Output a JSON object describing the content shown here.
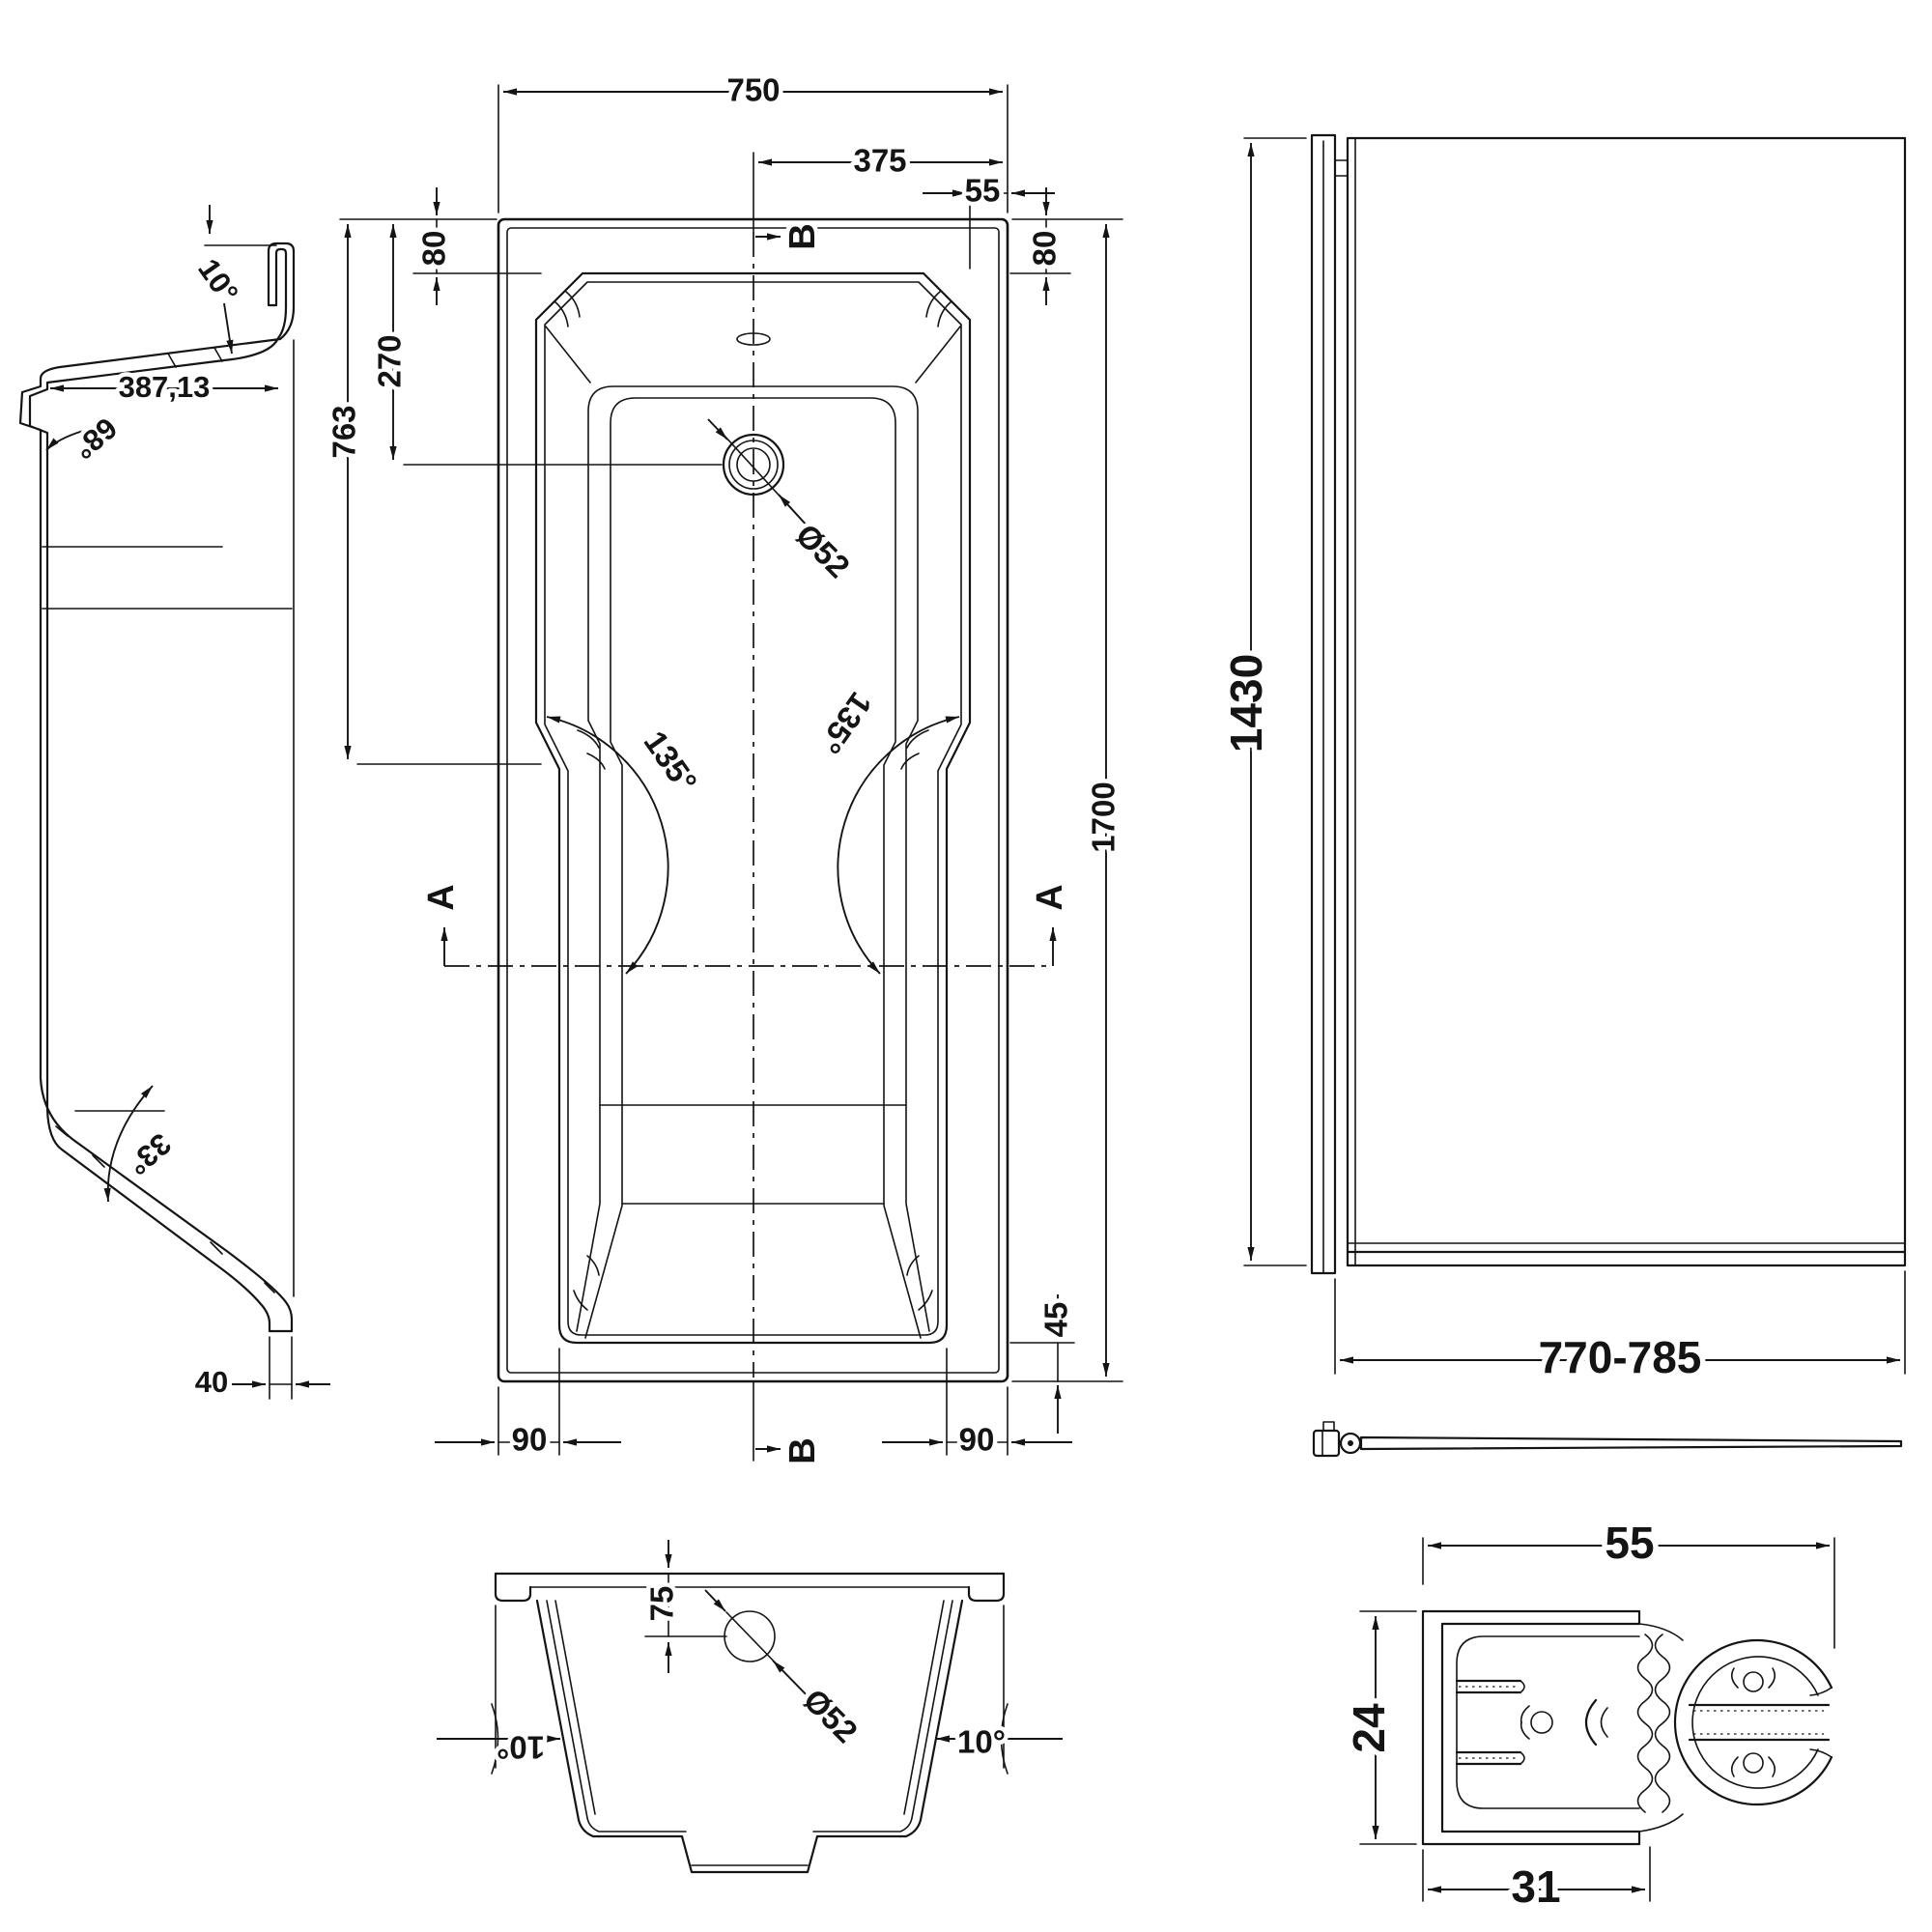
{
  "title": "Shower bath and bath screen dimensioned technical drawing",
  "colors": {
    "line": "#141414",
    "background": "#ffffff"
  },
  "views": {
    "side_panel": {
      "top_angle": "10°",
      "depth": "387,13",
      "wall_angle": "68°",
      "base_angle": "33°",
      "foot_width": "40"
    },
    "plan": {
      "overall_width": "750",
      "center_offset": "375",
      "rim_side": "55",
      "rim_head_left": "80",
      "rim_head_right": "80",
      "drain_from_rim": "270",
      "upper_section_length": "763",
      "drain_diameter": "Ø52",
      "transition_angle_left": "135°",
      "transition_angle_right": "135°",
      "overall_length": "1700",
      "rim_foot": "45",
      "foot_ledge_left": "90",
      "foot_ledge_right": "90",
      "section_a": "A",
      "section_b": "B"
    },
    "screen": {
      "height": "1430",
      "width_range": "770-785"
    },
    "section_bb": {
      "rim_to_drain": "75",
      "drain_diameter": "Ø52",
      "wall_angle_left": "10°",
      "wall_angle_right": "10°"
    },
    "frame_profile": {
      "width": "55",
      "depth": "24",
      "inner_width": "31"
    }
  }
}
